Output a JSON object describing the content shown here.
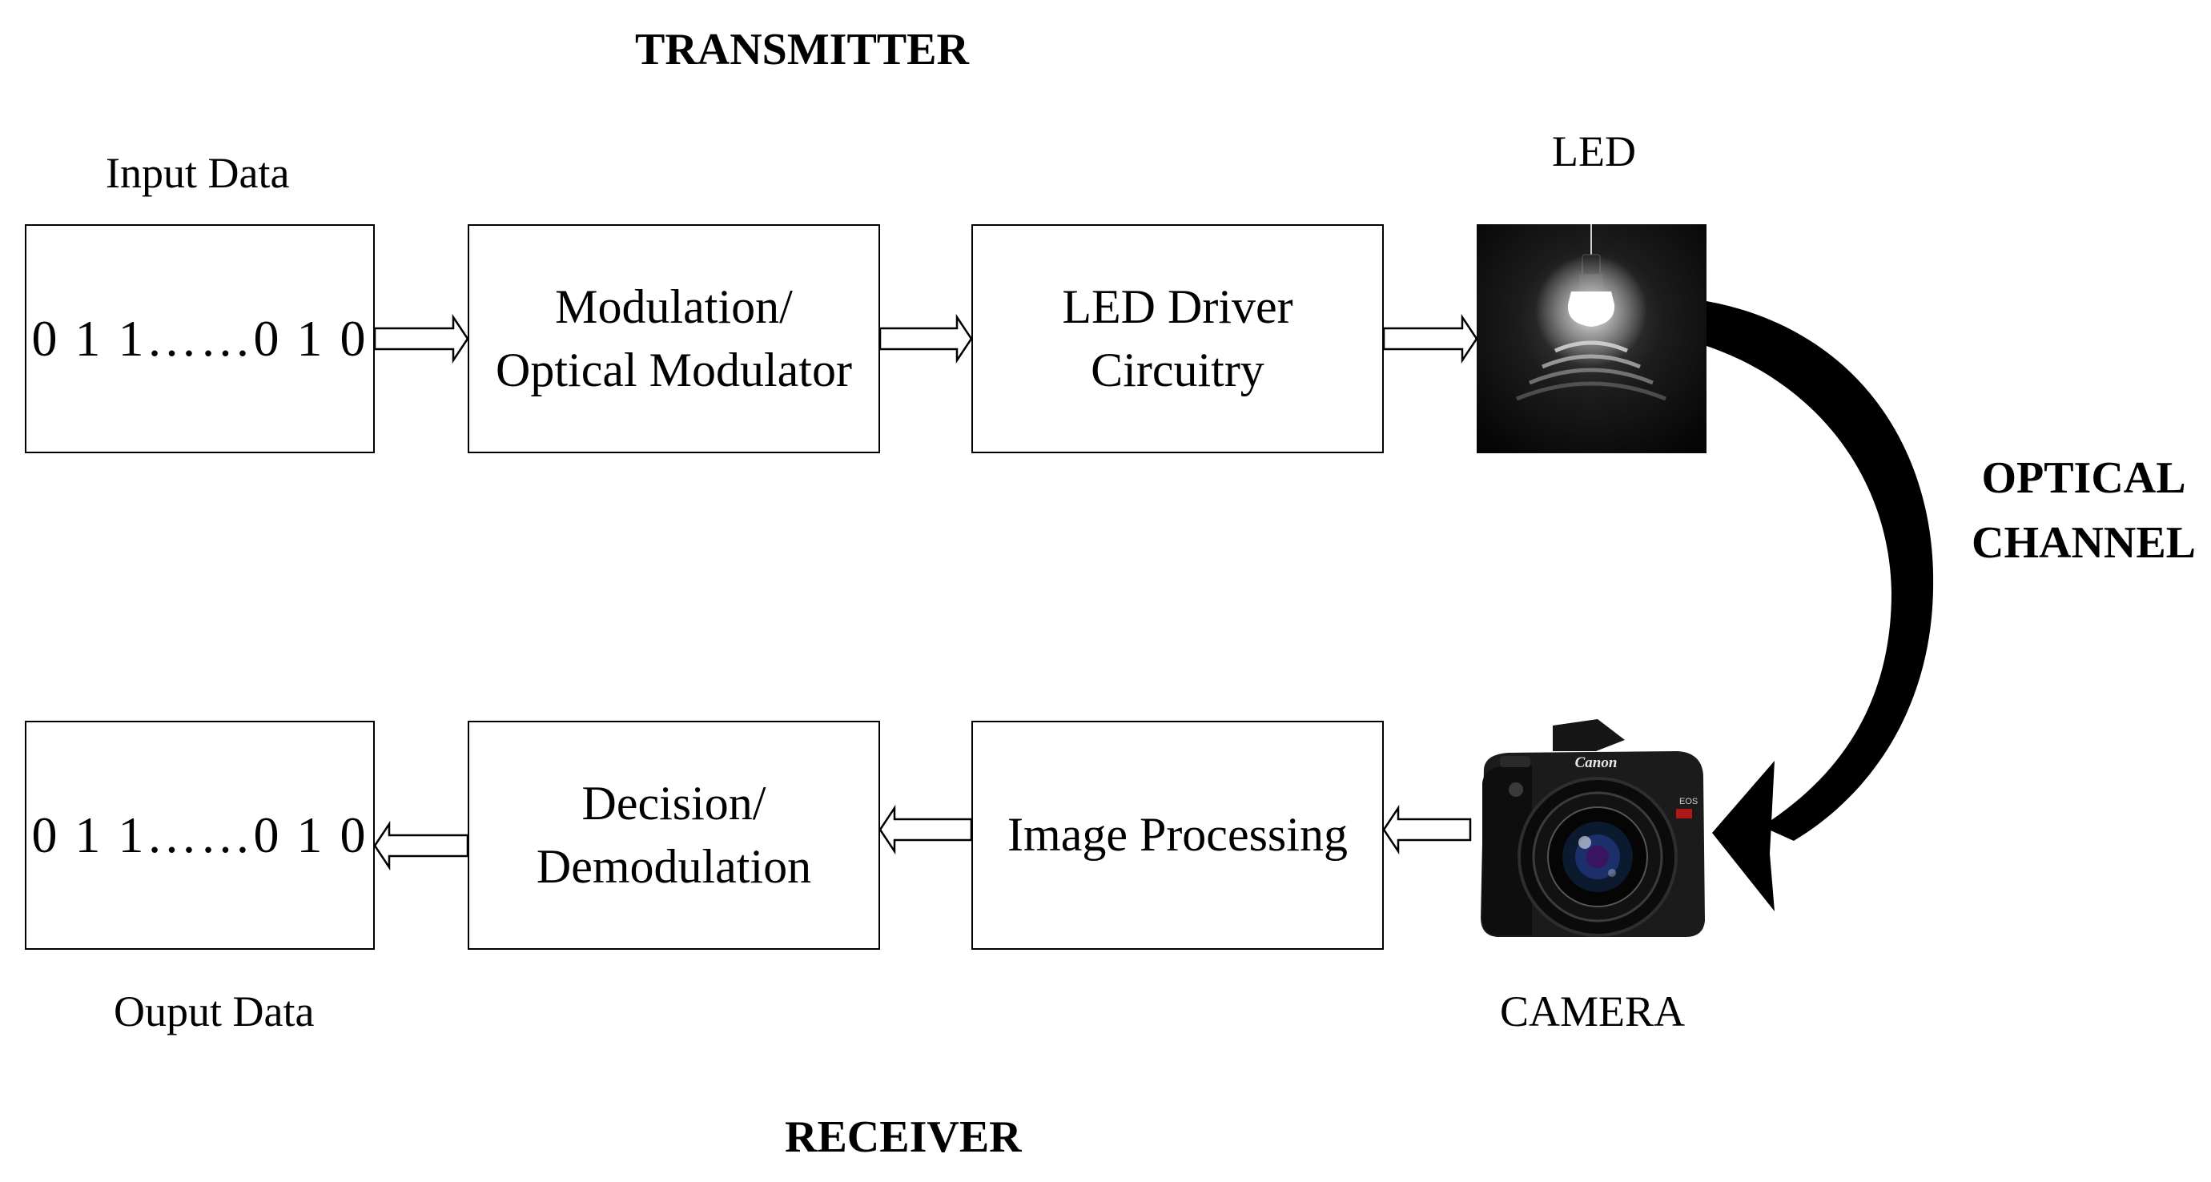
{
  "transmitter": {
    "title": "TRANSMITTER",
    "input_label": "Input Data",
    "input_bits": "0 1 1……0 1 0",
    "modulation_line1": "Modulation/",
    "modulation_line2": "Optical Modulator",
    "driver_line1": "LED Driver",
    "driver_line2": "Circuitry",
    "led_label": "LED"
  },
  "channel": {
    "line1": "OPTICAL",
    "line2": "CHANNEL"
  },
  "receiver": {
    "title": "RECEIVER",
    "output_label": "Ouput Data",
    "output_bits": "0 1 1……0 1 0",
    "decision_line1": "Decision/",
    "decision_line2": "Demodulation",
    "image_processing": "Image Processing",
    "camera_label": "CAMERA",
    "camera_brand": "Canon",
    "camera_model": "EOS"
  }
}
